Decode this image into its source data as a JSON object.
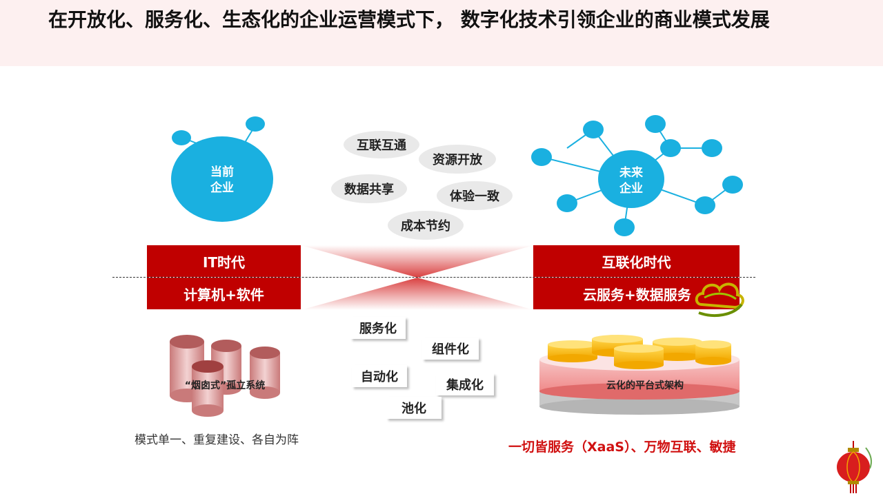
{
  "title": "在开放化、服务化、生态化的企业运营模式下， 数字化技术引领企业的商业模式发展",
  "left": {
    "node_label_line1": "当前",
    "node_label_line2": "企业",
    "era": "IT时代",
    "tech": "计算机+软件",
    "silo_label": "“烟囱式”孤立系统",
    "caption": "模式单一、重复建设、各自为阵"
  },
  "right": {
    "node_label_line1": "未来",
    "node_label_line2": "企业",
    "era": "互联化时代",
    "tech": "云服务+数据服务",
    "platform_label": "云化的平台式架构",
    "caption": "一切皆服务（XaaS）、万物互联、敏捷"
  },
  "benefits": [
    "互联互通",
    "资源开放",
    "数据共享",
    "体验一致",
    "成本节约"
  ],
  "transformations": [
    "服务化",
    "组件化",
    "自动化",
    "集成化",
    "池化"
  ],
  "colors": {
    "accent_red": "#c00000",
    "node_blue": "#1ab0e0",
    "caption_red": "#d01010"
  },
  "icons": [
    "network-node-icon",
    "cylinder-db-icon",
    "cloud-icon",
    "lantern-icon"
  ]
}
